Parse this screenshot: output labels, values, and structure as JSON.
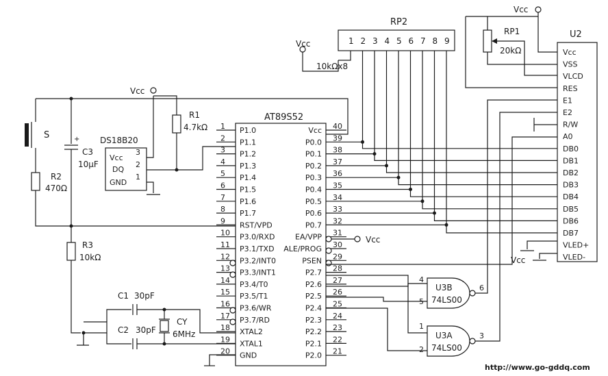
{
  "labels": {
    "vcc": "Vcc",
    "mcu_name": "AT89S52",
    "rp2_name": "RP2",
    "rp2_value": "10kΩx8",
    "rp2_pins": [
      "1",
      "2",
      "3",
      "4",
      "5",
      "6",
      "7",
      "8",
      "9"
    ],
    "rp1_name": "RP1",
    "rp1_value": "20kΩ",
    "lcd_name": "U2",
    "ds_name": "DS18B20",
    "ds_pins": [
      "3",
      "2",
      "1"
    ],
    "ds_pin_names": [
      "Vcc",
      "DQ",
      "GND"
    ],
    "r1_name": "R1",
    "r1_value": "4.7kΩ",
    "c3_name": "C3",
    "c3_value": "10μF",
    "s_name": "S",
    "r2_name": "R2",
    "r2_value": "470Ω",
    "r3_name": "R3",
    "r3_value": "10kΩ",
    "c1_name": "C1",
    "c1_value": "30pF",
    "c2_name": "C2",
    "c2_value": "30pF",
    "cy_name": "CY",
    "cy_value": "6MHz",
    "u3b_name": "U3B",
    "u3b_type": "74LS00",
    "u3b_pins": [
      "4",
      "5",
      "6"
    ],
    "u3a_name": "U3A",
    "u3a_type": "74LS00",
    "u3a_pins": [
      "1",
      "2",
      "3"
    ],
    "url": "http://www.go-gddq.com"
  },
  "mcu_left_pins": [
    {
      "num": "1",
      "name": "P1.0"
    },
    {
      "num": "2",
      "name": "P1.1"
    },
    {
      "num": "3",
      "name": "P1.2"
    },
    {
      "num": "4",
      "name": "P1.3"
    },
    {
      "num": "5",
      "name": "P1.4"
    },
    {
      "num": "6",
      "name": "P1.5"
    },
    {
      "num": "7",
      "name": "P1.6"
    },
    {
      "num": "8",
      "name": "P1.7"
    },
    {
      "num": "9",
      "name": "RST/VPD"
    },
    {
      "num": "10",
      "name": "P3.0/RXD"
    },
    {
      "num": "11",
      "name": "P3.1/TXD"
    },
    {
      "num": "12",
      "name": "P3.2/INT0"
    },
    {
      "num": "13",
      "name": "P3.3/INT1"
    },
    {
      "num": "14",
      "name": "P3.4/T0"
    },
    {
      "num": "15",
      "name": "P3.5/T1"
    },
    {
      "num": "16",
      "name": "P3.6/WR"
    },
    {
      "num": "17",
      "name": "P3.7/RD"
    },
    {
      "num": "18",
      "name": "XTAL2"
    },
    {
      "num": "19",
      "name": "XTAL1"
    },
    {
      "num": "20",
      "name": "GND"
    }
  ],
  "mcu_right_pins": [
    {
      "num": "40",
      "name": "Vcc"
    },
    {
      "num": "39",
      "name": "P0.0"
    },
    {
      "num": "38",
      "name": "P0.1"
    },
    {
      "num": "37",
      "name": "P0.2"
    },
    {
      "num": "36",
      "name": "P0.3"
    },
    {
      "num": "35",
      "name": "P0.4"
    },
    {
      "num": "34",
      "name": "P0.5"
    },
    {
      "num": "33",
      "name": "P0.6"
    },
    {
      "num": "32",
      "name": "P0.7"
    },
    {
      "num": "31",
      "name": "EA/VPP"
    },
    {
      "num": "30",
      "name": "ALE/PROG"
    },
    {
      "num": "29",
      "name": "PSEN"
    },
    {
      "num": "28",
      "name": "P2.7"
    },
    {
      "num": "27",
      "name": "P2.6"
    },
    {
      "num": "26",
      "name": "P2.5"
    },
    {
      "num": "25",
      "name": "P2.4"
    },
    {
      "num": "24",
      "name": "P2.3"
    },
    {
      "num": "23",
      "name": "P2.2"
    },
    {
      "num": "22",
      "name": "P2.1"
    },
    {
      "num": "21",
      "name": "P2.0"
    }
  ],
  "lcd_pins": [
    "Vcc",
    "VSS",
    "VLCD",
    "RES",
    "E1",
    "E2",
    "R/W",
    "A0",
    "DB0",
    "DB1",
    "DB2",
    "DB3",
    "DB4",
    "DB5",
    "DB6",
    "DB7",
    "VLED+",
    "VLED-"
  ]
}
